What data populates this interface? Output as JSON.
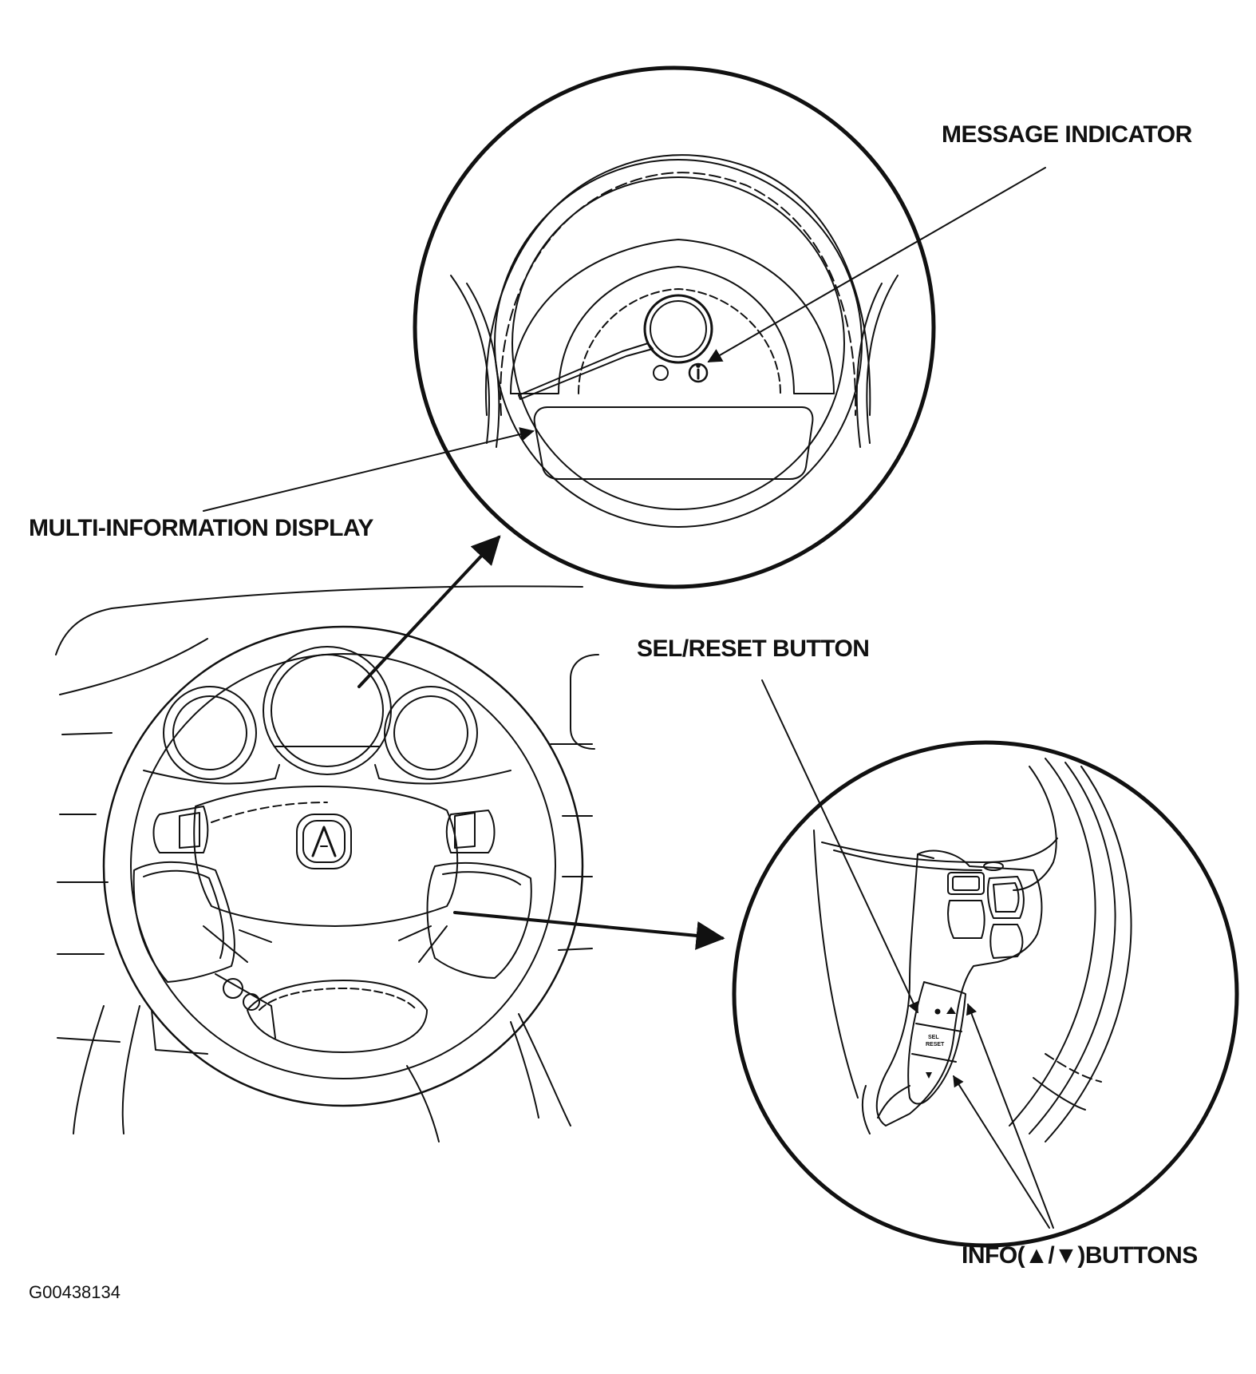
{
  "labels": {
    "message_indicator": "MESSAGE INDICATOR",
    "multi_information_display": "MULTI-INFORMATION DISPLAY",
    "sel_reset_button": "SEL/RESET BUTTON",
    "info_buttons": "INFO(▲/▼)BUTTONS",
    "figure_code": "G00438134"
  },
  "switch_text": {
    "sel": "SEL",
    "reset": "RESET"
  },
  "icons": [
    "info-icon",
    "acura-logo",
    "up-triangle-icon",
    "down-triangle-icon"
  ],
  "colors": {
    "line": "#111111",
    "background": "#ffffff"
  }
}
